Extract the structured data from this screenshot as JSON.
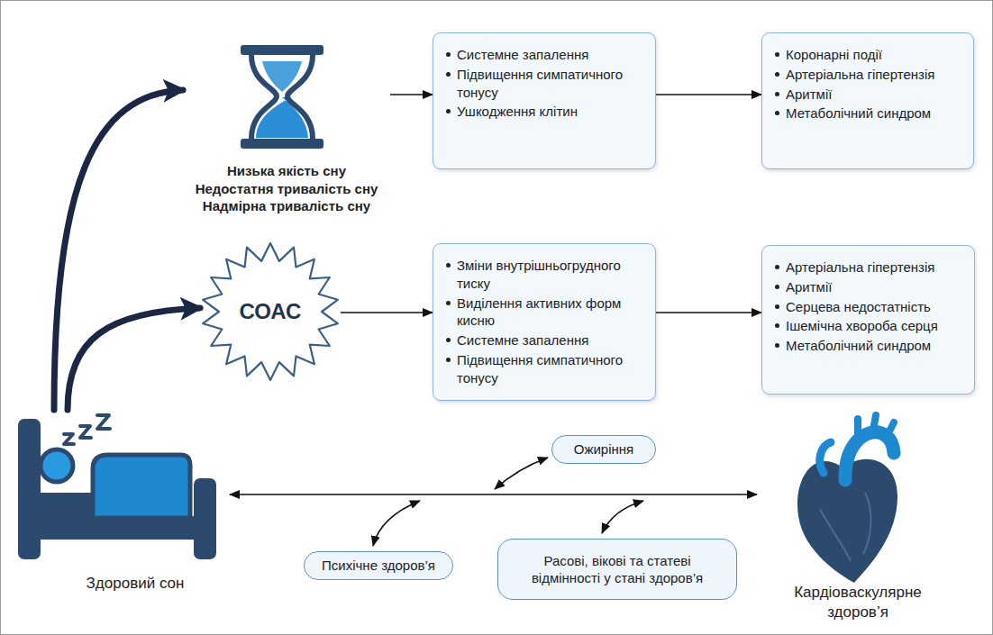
{
  "diagram": {
    "nodes": [
      {
        "text": [
          "Низька якість сну",
          "Недостатня тривалість сну",
          "Надмірна тривалість сну"
        ]
      },
      {
        "text": [
          "Системне запалення",
          "Підвищення симпатичного тонусу",
          "Ушкодження клітин"
        ]
      },
      {
        "text": [
          "Коронарні події",
          "Артеріальна гіпертензія",
          "Аритмії",
          "Метаболічний синдром"
        ]
      },
      {
        "text": [
          "СОАС"
        ]
      },
      {
        "text": [
          "Зміни внутрішньогрудного тиску",
          "Виділення активних форм кисню",
          "Системне запалення",
          "Підвищення симпатичного тонусу"
        ]
      },
      {
        "text": [
          "Артеріальна гіпертензія",
          "Аритмії",
          "Серцева недостатність",
          "Ішемічна хвороба серця",
          "Метаболічний синдром"
        ]
      },
      {
        "text": [
          "Здоровий сон"
        ]
      },
      {
        "text": [
          "Ожиріння"
        ]
      },
      {
        "text": [
          "Кардіоваскулярне здоров’я"
        ]
      },
      {
        "text": [
          "Психічне здоров’я"
        ]
      },
      {
        "text": [
          "Расові, вікові та статеві відмінності у стані здоров’я"
        ]
      }
    ],
    "edges": [
      {
        "from": 6,
        "to": 0,
        "arrow": "to"
      },
      {
        "from": 6,
        "to": 3,
        "arrow": "to"
      },
      {
        "from": 0,
        "to": 1,
        "arrow": "to"
      },
      {
        "from": 1,
        "to": 2,
        "arrow": "to"
      },
      {
        "from": 3,
        "to": 4,
        "arrow": "to"
      },
      {
        "from": 4,
        "to": 5,
        "arrow": "to"
      },
      {
        "from": 6,
        "to": 8,
        "arrow": "both"
      }
    ]
  }
}
